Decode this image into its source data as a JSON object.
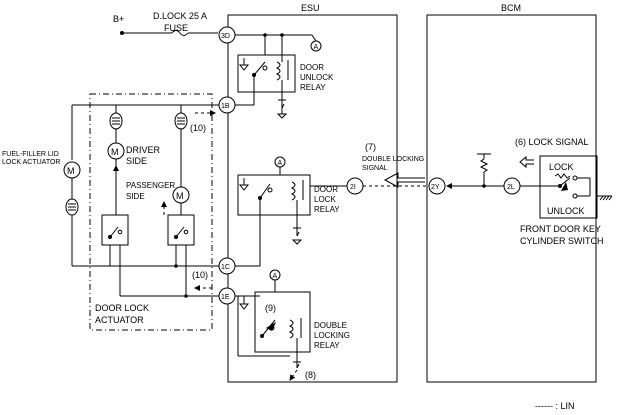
{
  "diagram": {
    "esu_title": "ESU",
    "bcm_title": "BCM",
    "battery_label": "B+",
    "fuse_name": "D.LOCK 25 A",
    "fuse_label": "FUSE",
    "connectors": {
      "c3d": "3D",
      "c1b": "1B",
      "c1c": "1C",
      "c1e": "1E",
      "c2i": "2I",
      "c2y": "2Y",
      "c2l": "2L"
    },
    "ground_ref": "A",
    "relays": {
      "unlock": [
        "DOOR",
        "UNLOCK",
        "RELAY"
      ],
      "lock": [
        "DOOR",
        "LOCK",
        "RELAY"
      ],
      "double": [
        "DOUBLE",
        "LOCKING",
        "RELAY"
      ]
    },
    "fuel_lid_actuator": [
      "FUEL-FILLER LID",
      "LOCK ACTUATOR"
    ],
    "driver_side": [
      "DRIVER",
      "SIDE"
    ],
    "passenger_side": [
      "PASSENGER",
      "SIDE"
    ],
    "door_lock_actuator": [
      "DOOR LOCK",
      "ACTUATOR"
    ],
    "motor_label": "M",
    "annotations": {
      "n10_top": "(10)",
      "n10_bottom": "(10)",
      "n9": "(9)",
      "n8": "(8)",
      "n7": "(7)",
      "n6_lock_signal": "(6) LOCK SIGNAL"
    },
    "double_locking_signal": [
      "DOUBLE LOCKING",
      "SIGNAL"
    ],
    "switch_lock": "LOCK",
    "switch_unlock": "UNLOCK",
    "front_door_key": [
      "FRONT DOOR KEY",
      "CYLINDER SWITCH"
    ],
    "legend_lin": "------ : LIN"
  }
}
